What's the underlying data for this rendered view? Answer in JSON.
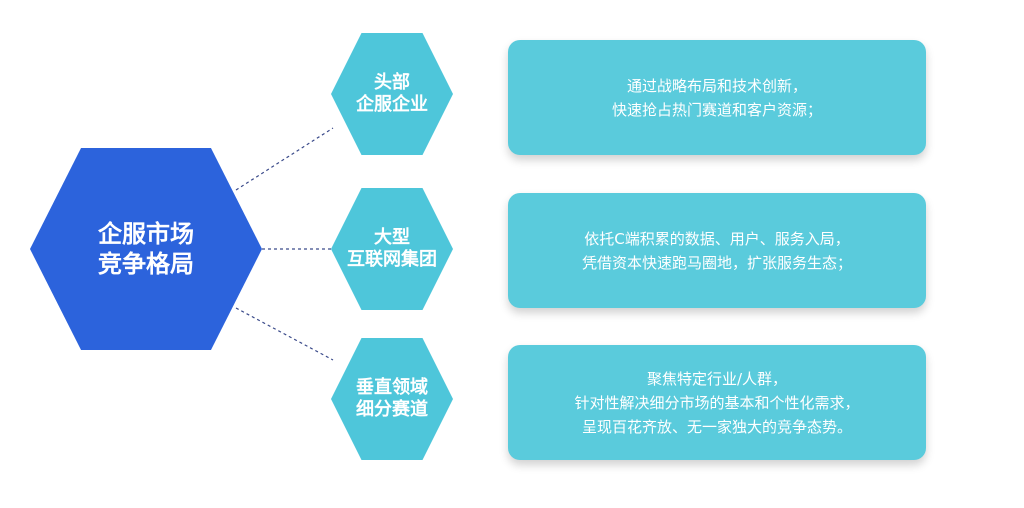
{
  "center": {
    "line1": "企服市场",
    "line2": "竞争格局"
  },
  "segments": [
    {
      "title1": "头部",
      "title2": "企服企业",
      "lines": [
        "通过战略布局和技术创新，",
        "快速抢占热门赛道和客户资源；"
      ]
    },
    {
      "title1": "大型",
      "title2": "互联网集团",
      "lines": [
        "依托C端积累的数据、用户、服务入局，",
        "凭借资本快速跑马圈地，扩张服务生态；"
      ]
    },
    {
      "title1": "垂直领域",
      "title2": "细分赛道",
      "lines": [
        "聚焦特定行业/人群，",
        "针对性解决细分市场的基本和个性化需求，",
        "呈现百花齐放、无一家独大的竞争态势。"
      ]
    }
  ],
  "colors": {
    "center_hex": "#2c63dc",
    "sub_hex": "#4ec6da",
    "card": "#5acbdc",
    "connector": "#3a4a8a",
    "text": "#ffffff"
  }
}
